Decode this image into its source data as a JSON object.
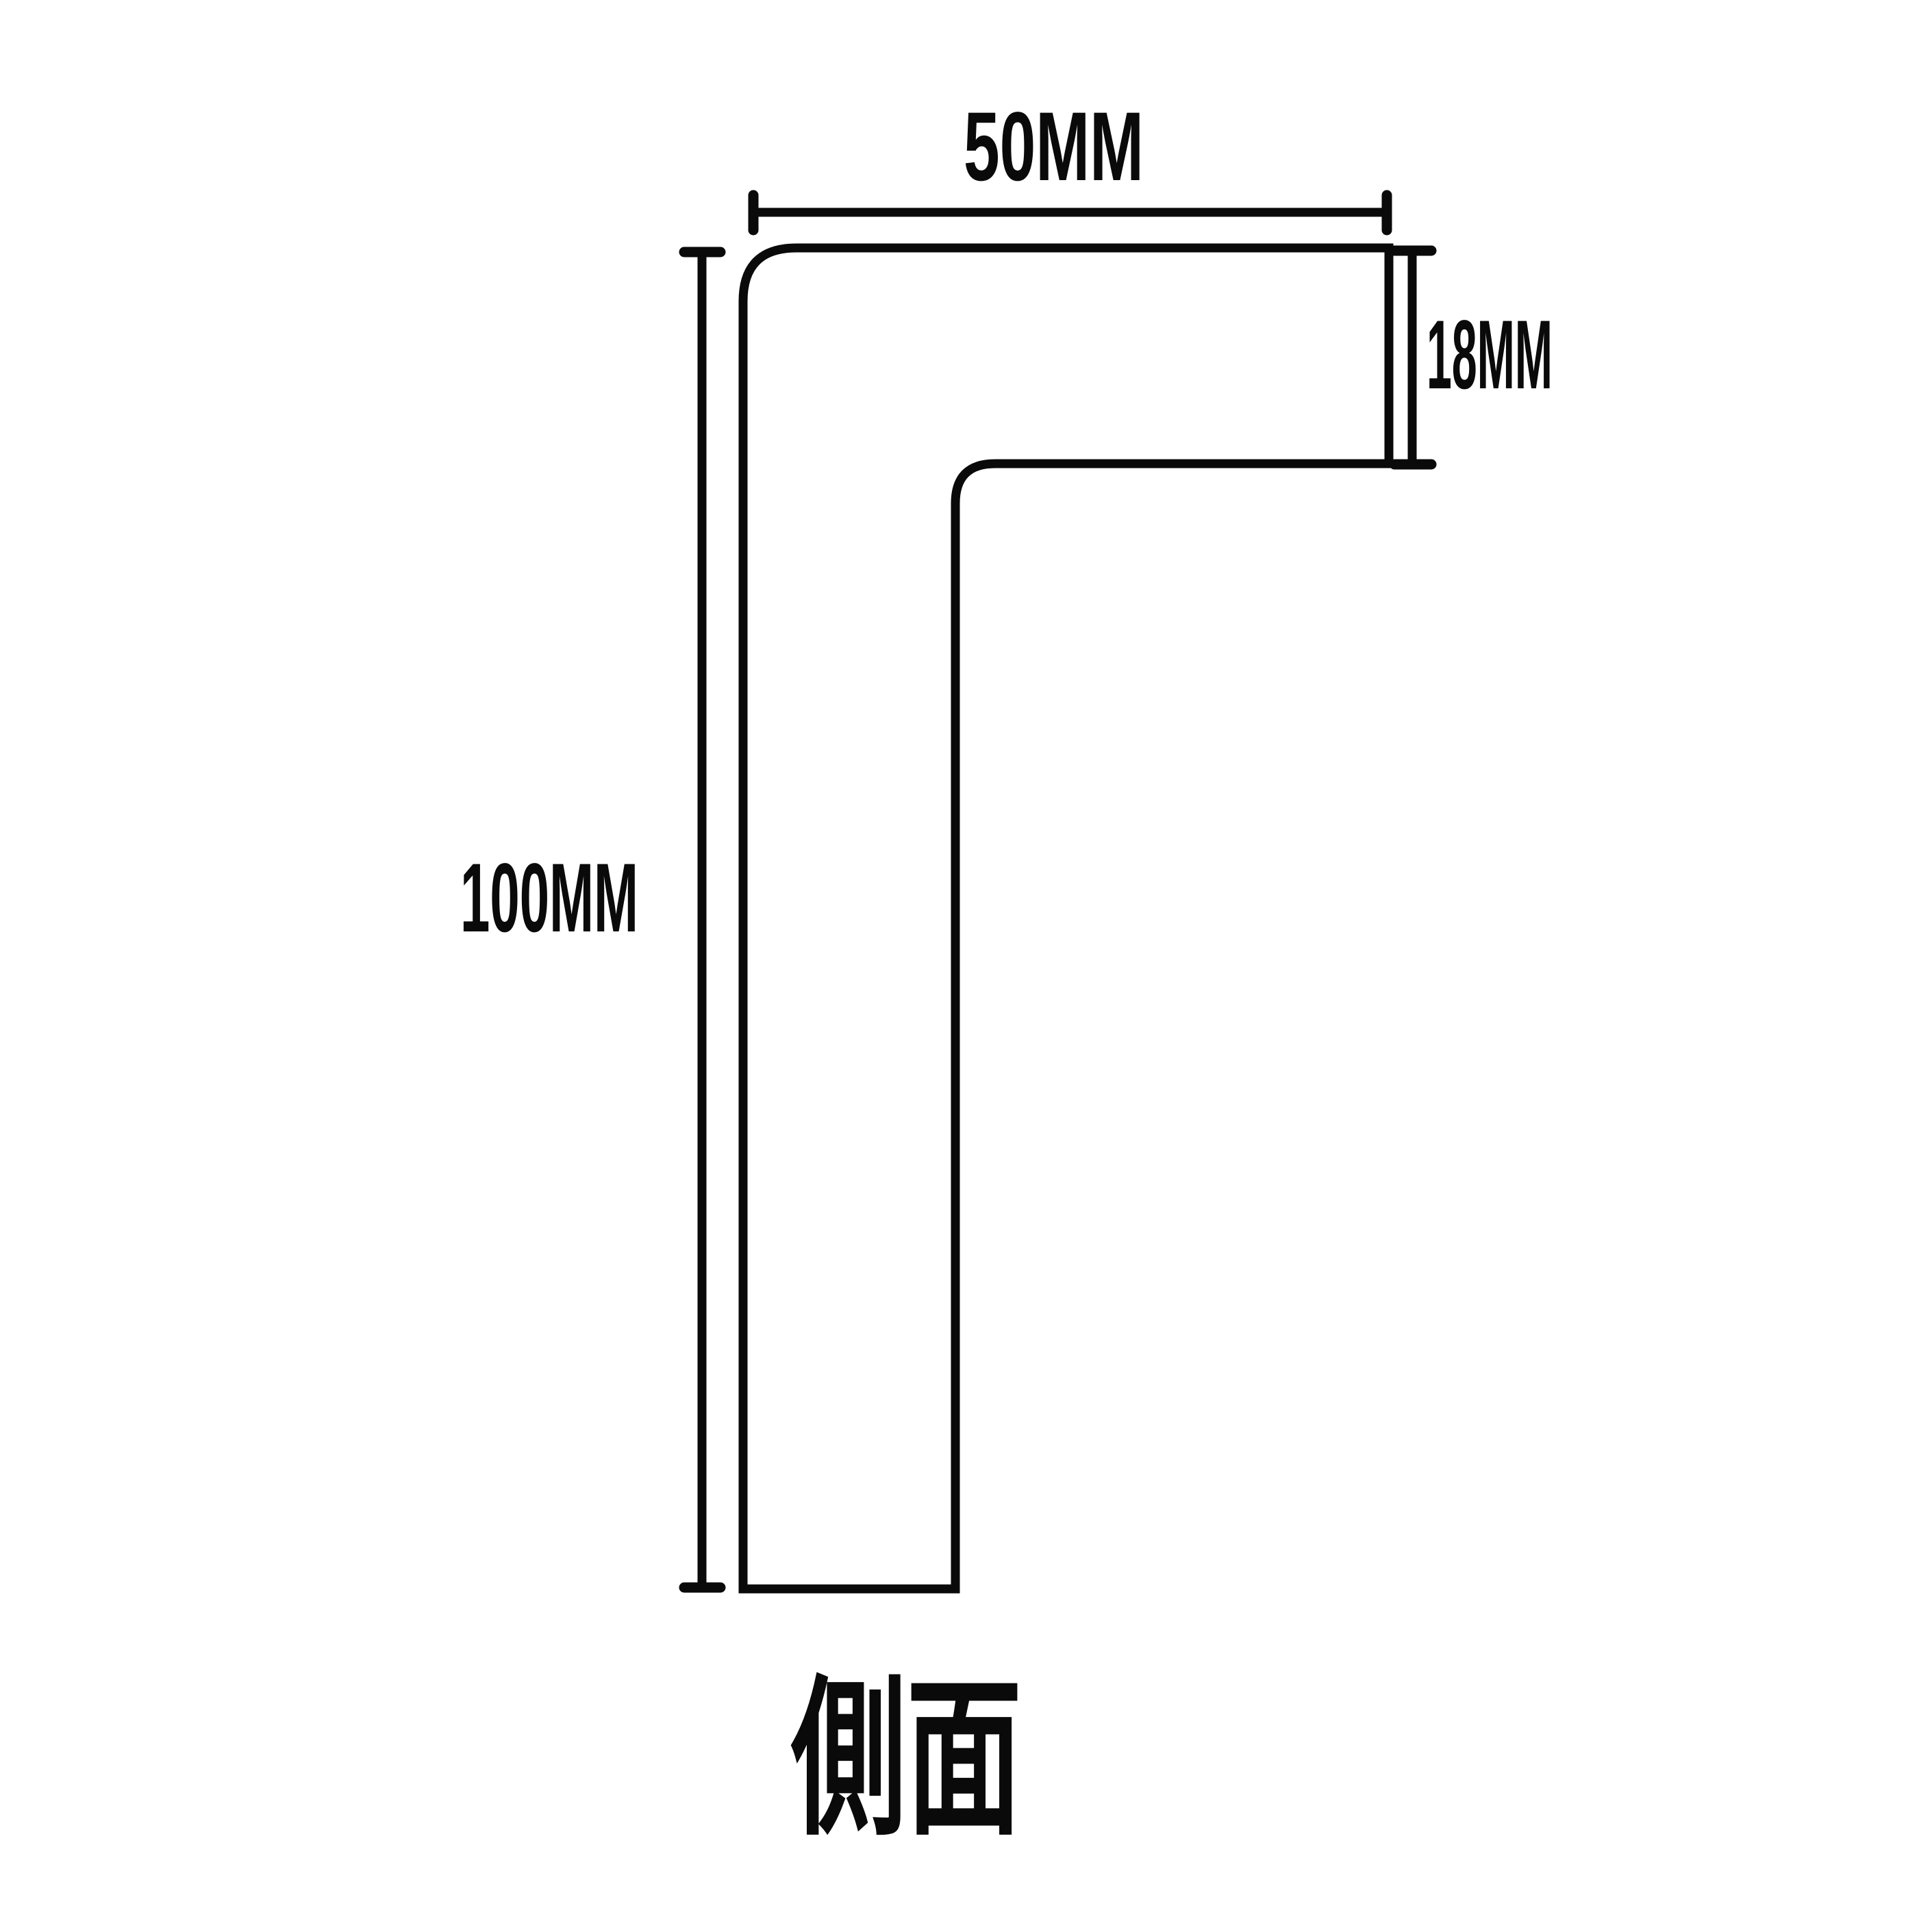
{
  "diagram": {
    "title": "側面",
    "background_color": "#ffffff",
    "line_color": "#000000",
    "shape": "L-shaped profile cross-section outline",
    "dimensions": {
      "width": {
        "label": "50MM",
        "value_mm": 50
      },
      "thickness": {
        "label": "18MM",
        "value_mm": 18
      },
      "height": {
        "label": "100MM",
        "value_mm": 100
      }
    }
  }
}
